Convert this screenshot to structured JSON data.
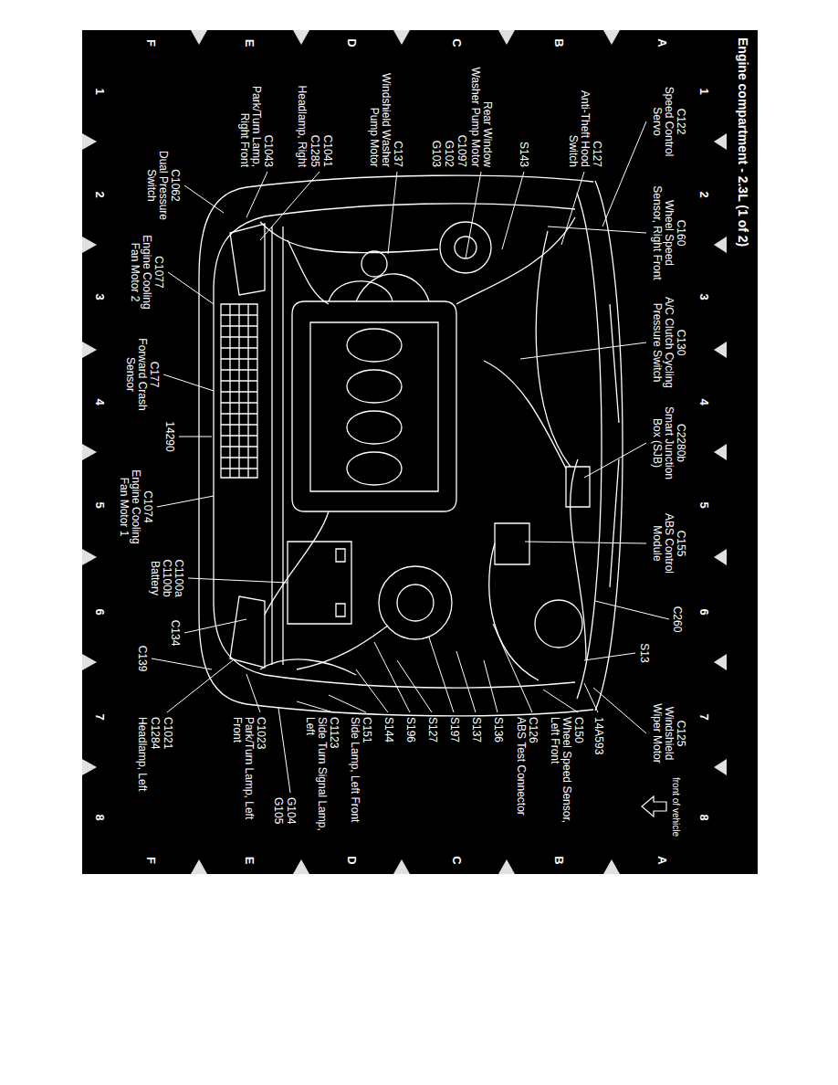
{
  "diagram": {
    "title": "Engine compartment - 2.3L (1 of 2)",
    "labels": [
      "A",
      "B",
      "C",
      "D",
      "E",
      "F",
      "A",
      "B",
      "C",
      "D",
      "E",
      "F",
      "1",
      "2",
      "3",
      "4",
      "5",
      "6",
      "7",
      "8",
      "1",
      "2",
      "3",
      "4",
      "5",
      "6",
      "7",
      "8",
      "C122",
      "Speed Control Servo",
      "C160",
      "Wheel Speed Sensor, Right Front",
      "C130",
      "A/C Clutch Cycling Pressure Switch",
      "C2280b",
      "Smart Junction Box (SJB)",
      "C155",
      "ABS Control Module",
      "C260",
      "C125",
      "Windshield Wiper Motor",
      "front of vehicle",
      "S13",
      "C127",
      "Anti-Theft Hood Switch",
      "S143",
      "Rear Window Washer Pump Motor",
      "C1097",
      "G102",
      "G103",
      "C137",
      "Windshield Washer Pump Motor",
      "C1041",
      "C1285",
      "Headlamp, Right",
      "C1043",
      "Park/Turn Lamp, Right Front",
      "14A593",
      "C150",
      "Wheel Speed Sensor, Left Front",
      "C126",
      "ABS Test Connector",
      "S136",
      "S137",
      "S197",
      "S127",
      "S196",
      "S144",
      "C151",
      "Side Lamp, Left Front",
      "C1123",
      "Side Turn Signal Lamp, Left",
      "G104",
      "G105",
      "C1023",
      "Park/Turn Lamp, Left Front",
      "C1021",
      "C1284",
      "Headlamp, Left",
      "C1062",
      "Dual Pressure Switch",
      "C1077",
      "Engine Cooling Fan Motor 2",
      "C177",
      "Forward Crash Sensor",
      "14290",
      "C1074",
      "Engine Cooling Fan Motor 1",
      "C1100a",
      "C1100b",
      "Battery",
      "C134",
      "C139"
    ]
  }
}
